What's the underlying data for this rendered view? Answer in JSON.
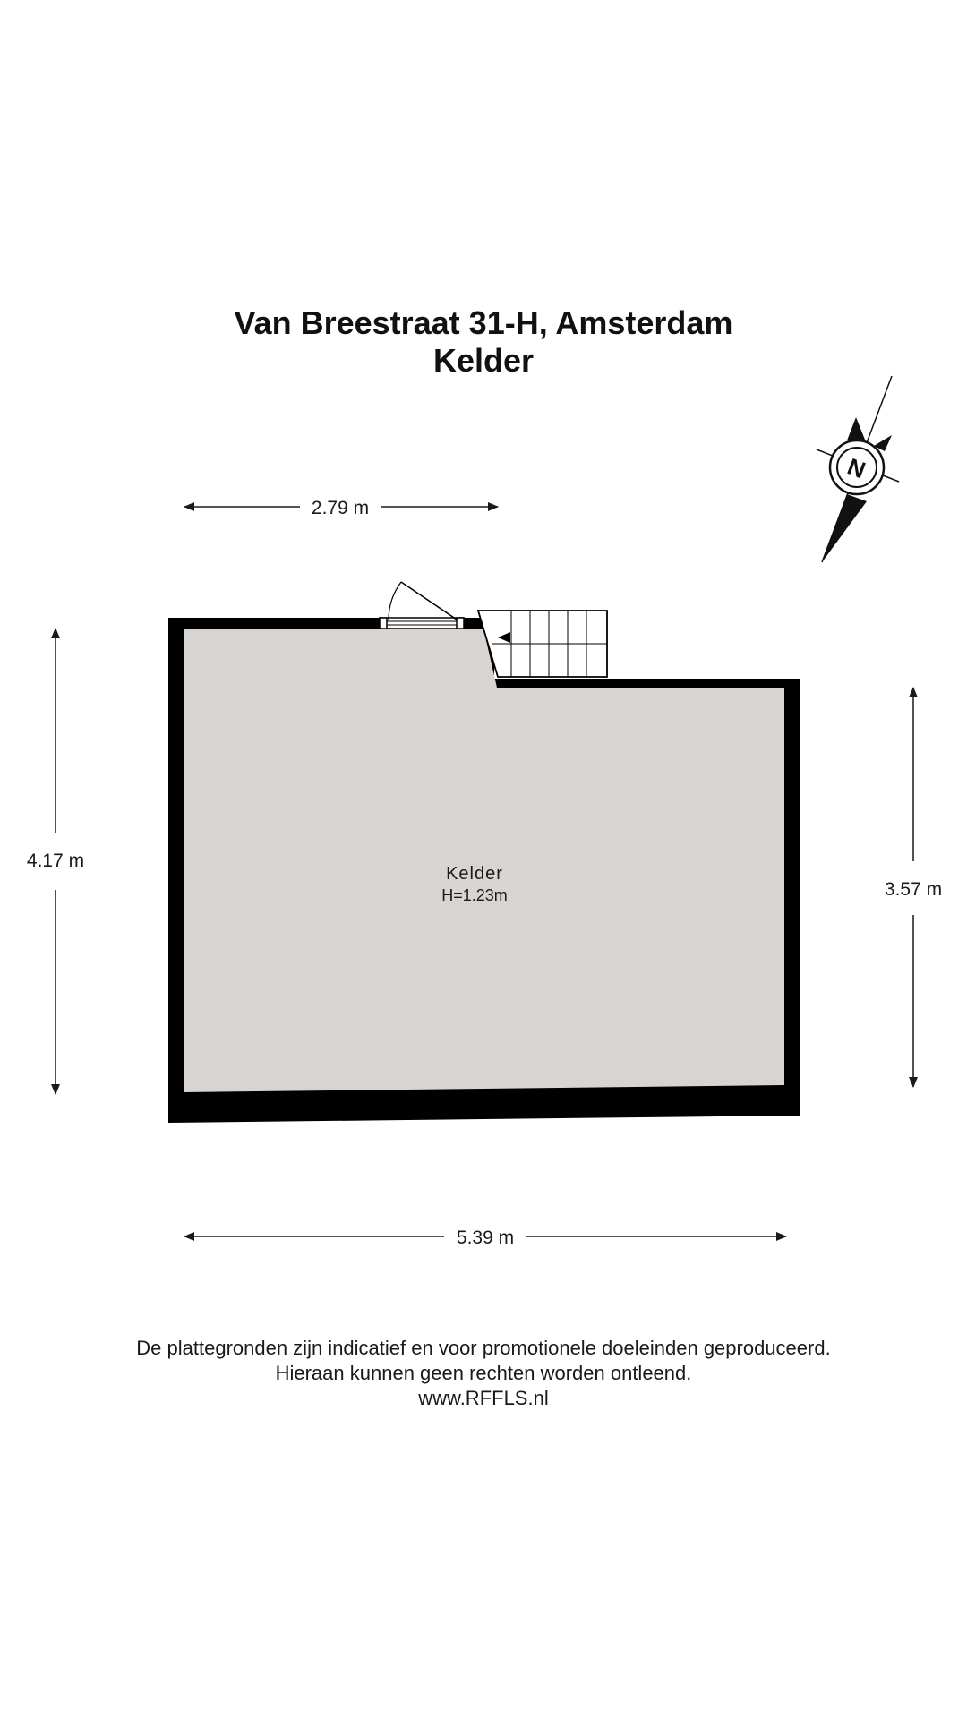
{
  "header": {
    "address": "Van Breestraat 31-H, Amsterdam",
    "floor": "Kelder"
  },
  "room": {
    "name": "Kelder",
    "height": "H=1.23m"
  },
  "dimensions": {
    "top": "2.79 m",
    "left": "4.17 m",
    "right": "3.57 m",
    "bottom": "5.39 m"
  },
  "compass": {
    "label": "N"
  },
  "footer": {
    "line1": "De plattegronden zijn indicatief en voor promotionele doeleinden geproduceerd.",
    "line2": "Hieraan kunnen geen rechten worden ontleend.",
    "line3": "www.RFFLS.nl"
  },
  "colors": {
    "wall": "#000000",
    "floor": "#d7d4d2",
    "ink": "#1a1a1a"
  }
}
